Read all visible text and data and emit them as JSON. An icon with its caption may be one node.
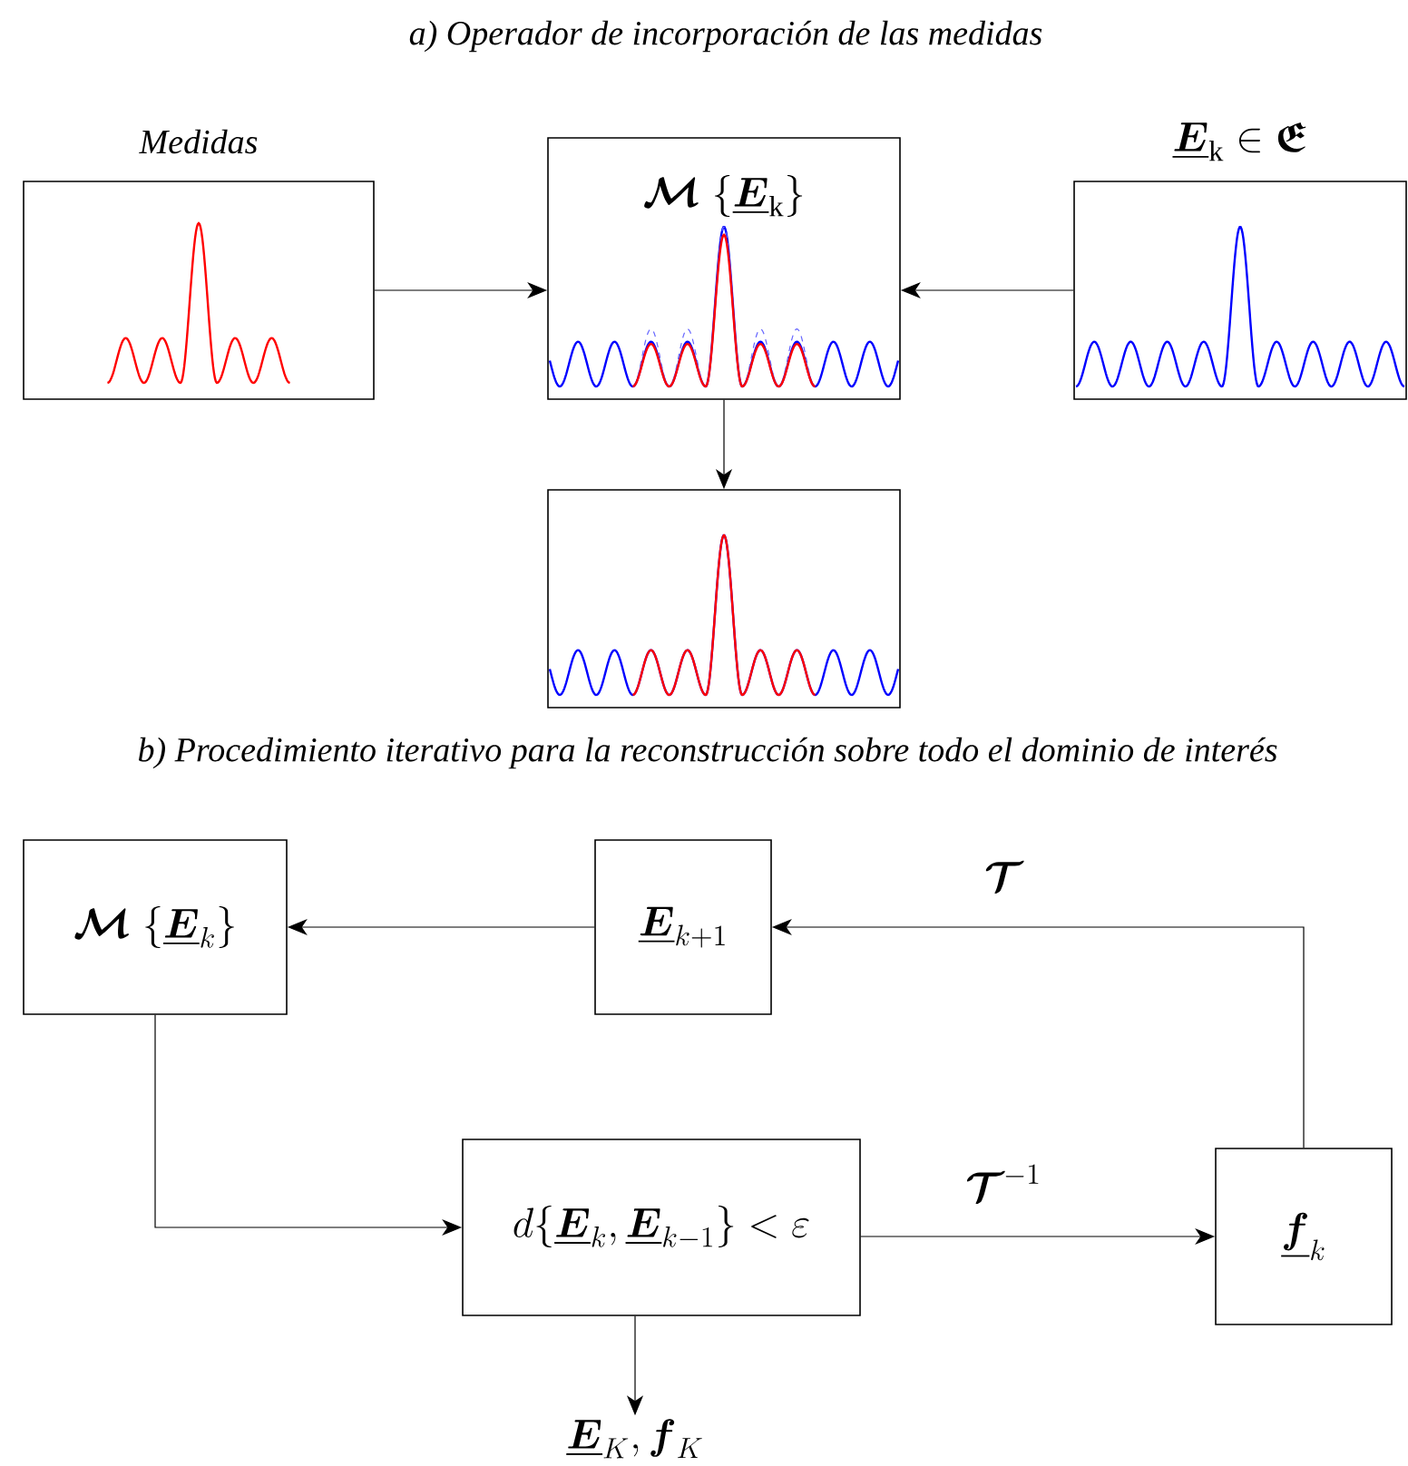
{
  "diagram": {
    "title": "a) Operador de incorporación de las medidas",
    "nodes": [
      {
        "text": [
          "Medidas"
        ]
      },
      {
        "text": [
          "\\boldsymbol{\\mathcal{M}}\\;\\{\\underline{\\boldsymbol{E}}_{\\mathrm{k}}\\}"
        ]
      },
      {
        "text": [
          "\\underline{\\boldsymbol{E}}_{\\mathrm{k}}\\in\\boldsymbol{\\mathfrak{E}}"
        ]
      },
      {
        "text": [],
        "shape": "picture"
      },
      {
        "text": [
          "\\boldsymbol{\\mathcal{M}}\\;\\{\\underline{\\boldsymbol{E}}_{k}\\}"
        ]
      },
      {
        "text": [
          "\\underline{\\boldsymbol{E}}_{k+1}"
        ]
      },
      {
        "text": [
          "d\\{\\underline{\\boldsymbol{E}}_{k},\\underline{\\boldsymbol{E}}_{k-1}\\}<\\varepsilon"
        ]
      },
      {
        "text": [
          "\\underline{\\boldsymbol{f}}_{k}"
        ]
      },
      {
        "text": [
          "\\underline{\\boldsymbol{E}}_{K},\\boldsymbol{f}_{K}"
        ]
      }
    ],
    "edges": [
      {
        "from": 0,
        "to": 1,
        "arrow": "to"
      },
      {
        "from": 2,
        "to": 1,
        "arrow": "to"
      },
      {
        "from": 1,
        "to": 3,
        "arrow": "to"
      },
      {
        "from": 5,
        "to": 4,
        "arrow": "to"
      },
      {
        "from": 7,
        "to": 5,
        "arrow": "to",
        "label": "\\boldsymbol{\\mathcal{T}}"
      },
      {
        "from": 4,
        "to": 6,
        "arrow": "to"
      },
      {
        "from": 6,
        "to": 7,
        "arrow": "to",
        "label": "\\boldsymbol{\\mathcal{T}}^{-1}"
      },
      {
        "from": 6,
        "to": 8,
        "arrow": "to"
      }
    ],
    "labels": [
      "b) Procedimiento iterativo para la reconstrucción sobre todo el dominio de interés"
    ]
  }
}
